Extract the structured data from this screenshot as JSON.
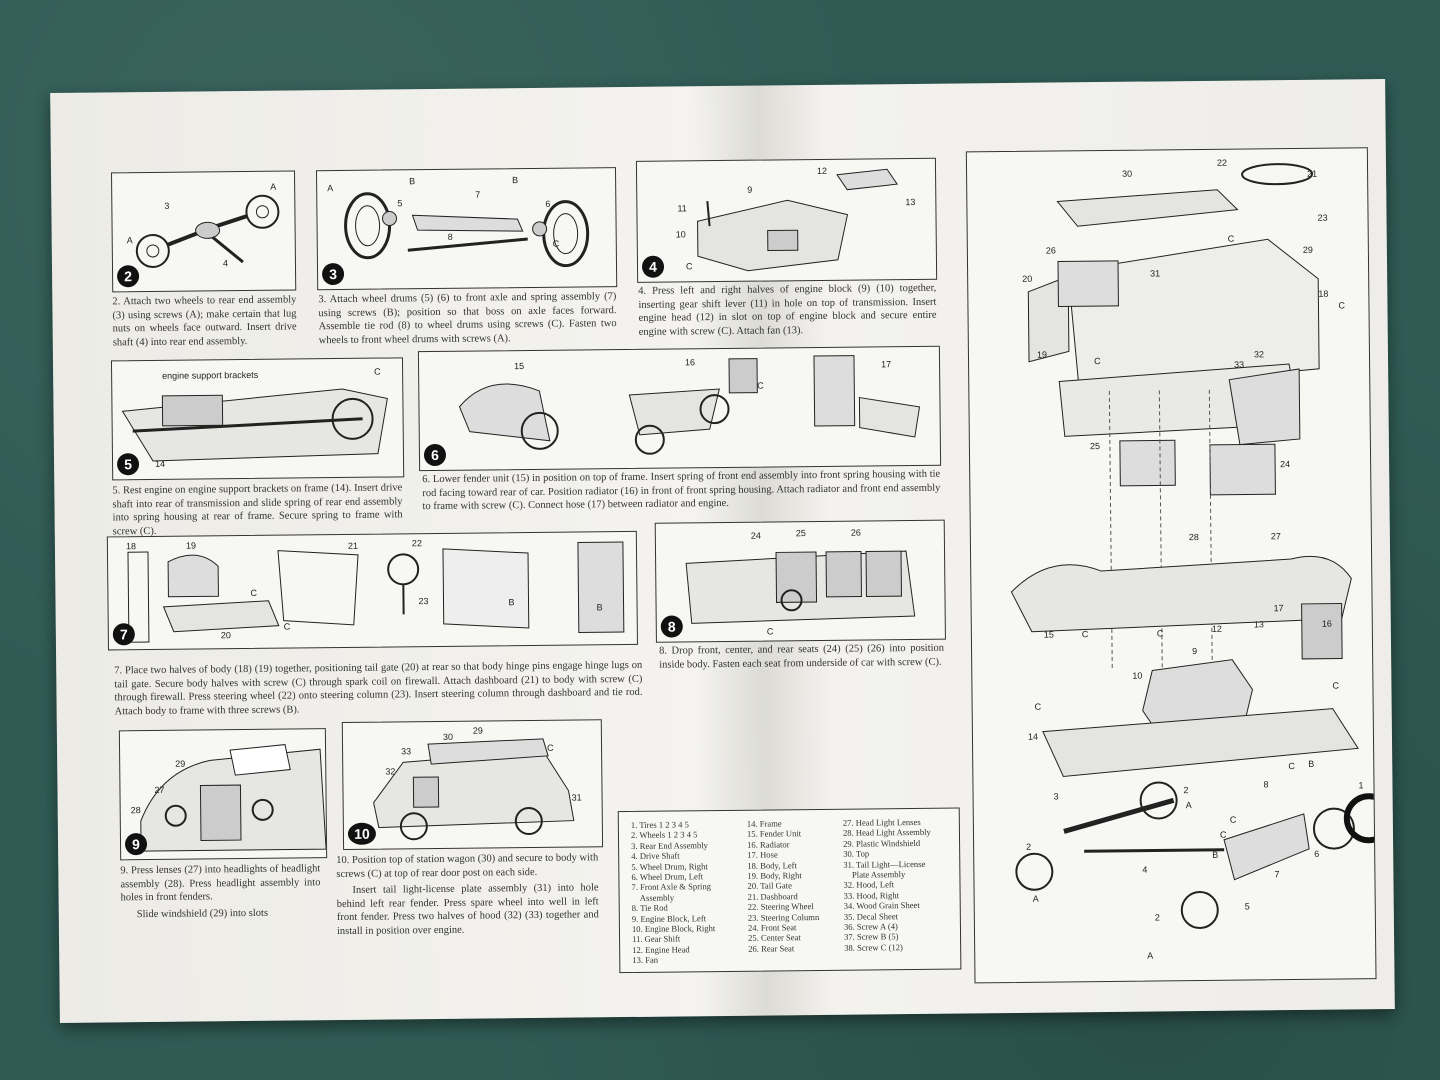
{
  "steps": [
    {
      "badge": "2",
      "text": "2. Attach two wheels to rear end assembly (3) using screws (A); make certain that lug nuts on wheels face outward. Insert drive shaft (4) into rear end assembly."
    },
    {
      "badge": "3",
      "text": "3. Attach wheel drums (5) (6) to front axle and spring assembly (7) using screws (B); position so that boss on axle faces forward. Assemble tie rod (8) to wheel drums using screws (C). Fasten two wheels to front wheel drums with screws (A)."
    },
    {
      "badge": "4",
      "text": "4. Press left and right halves of engine block (9) (10) together, inserting gear shift lever (11) in hole on top of transmission. Insert engine head (12) in slot on top of engine block and secure entire engine with screw (C). Attach fan (13)."
    },
    {
      "badge": "5",
      "text": "5. Rest engine on engine support brackets on frame (14). Insert drive shaft into rear of transmission and slide spring of rear end assembly into spring housing at rear of frame. Secure spring to frame with screw (C)."
    },
    {
      "badge": "6",
      "text": "6. Lower fender unit (15) in position on top of frame. Insert spring of front end assembly into front spring housing with tie rod facing toward rear of car. Position radiator (16) in front of front spring housing. Attach radiator and front end assembly to frame with screw (C). Connect hose (17) between radiator and engine."
    },
    {
      "badge": "7",
      "text": "7. Place two halves of body (18) (19) together, positioning tail gate (20) at rear so that body hinge pins engage hinge lugs on tail gate. Secure body halves with screw (C) through spark coil on firewall. Attach dashboard (21) to body with screw (C) through firewall. Press steering wheel (22) onto steering column (23). Insert steering column through dashboard and tie rod. Attach body to frame with three screws (B)."
    },
    {
      "badge": "8",
      "text": "8. Drop front, center, and rear seats (24) (25) (26) into position inside body. Fasten each seat from underside of car with screw (C)."
    },
    {
      "badge": "9",
      "text": "9. Press lenses (27) into headlights of headlight assembly (28). Press headlight assembly into holes in front fenders.",
      "extra": "Slide windshield (29) into slots"
    },
    {
      "badge": "10",
      "text": "10. Position top of station wagon (30) and secure to body with screws (C) at top of rear door post on each side.",
      "extra": "Insert tail light-license plate assembly (31) into hole behind left rear fender. Press spare wheel into well in left front fender. Press two halves of hood (32) (33) together and install in position over engine."
    }
  ],
  "labels": {
    "engine_support": "engine support brackets",
    "step2": [
      "3",
      "A",
      "A",
      "4"
    ],
    "step3": [
      "A",
      "B",
      "5",
      "7",
      "B",
      "6",
      "8",
      "C"
    ],
    "step4": [
      "12",
      "9",
      "11",
      "10",
      "C",
      "13"
    ],
    "step5": [
      "C",
      "14"
    ],
    "step6": [
      "15",
      "16",
      "C",
      "17"
    ],
    "step7": [
      "18",
      "19",
      "21",
      "22",
      "C",
      "23",
      "20",
      "B",
      "B",
      "C"
    ],
    "step8": [
      "24",
      "25",
      "26",
      "C"
    ],
    "step9": [
      "29",
      "27",
      "28"
    ],
    "step10": [
      "30",
      "29",
      "33",
      "32",
      "C",
      "31"
    ],
    "exploded": [
      "22",
      "21",
      "30",
      "23",
      "26",
      "29",
      "20",
      "31",
      "18",
      "C",
      "C",
      "19",
      "C",
      "33",
      "32",
      "25",
      "24",
      "28",
      "27",
      "17",
      "15",
      "C",
      "C",
      "16",
      "12",
      "13",
      "9",
      "10",
      "C",
      "14",
      "C",
      "3",
      "B",
      "C",
      "8",
      "2",
      "A",
      "1",
      "C",
      "6",
      "2",
      "4",
      "B",
      "7",
      "A",
      "5",
      "2",
      "A",
      "C"
    ]
  },
  "parts_list": {
    "col1": [
      "1. Tires 1 2 3 4 5",
      "2. Wheels 1 2 3 4 5",
      "3. Rear End Assembly",
      "4. Drive Shaft",
      "5. Wheel Drum, Right",
      "6. Wheel Drum, Left",
      "7. Front Axle & Spring",
      "    Assembly",
      "8. Tie Rod",
      "9. Engine Block, Left",
      "10. Engine Block, Right",
      "11. Gear Shift",
      "12. Engine Head",
      "13. Fan"
    ],
    "col2": [
      "14. Frame",
      "15. Fender Unit",
      "16. Radiator",
      "17. Hose",
      "18. Body, Left",
      "19. Body, Right",
      "20. Tail Gate",
      "21. Dashboard",
      "22. Steering Wheel",
      "23. Steering Column",
      "24. Front Seat",
      "25. Center Seat",
      "26. Rear Seat"
    ],
    "col3": [
      "27. Head Light Lenses",
      "28. Head Light Assembly",
      "29. Plastic Windshield",
      "30. Top",
      "31. Tail Light—License",
      "    Plate Assembly",
      "32. Hood, Left",
      "33. Hood, Right",
      "34. Wood Grain Sheet",
      "35. Decal Sheet",
      "36. Screw A (4)",
      "37. Screw B (5)",
      "38. Screw C (12)"
    ]
  }
}
